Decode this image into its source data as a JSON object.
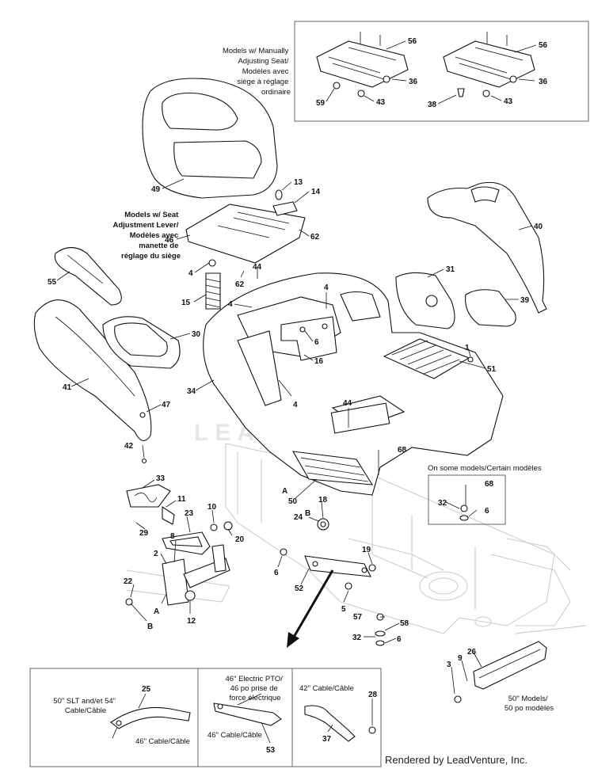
{
  "notes": {
    "manual_seat": [
      "Models w/ Manually",
      "Adjusting Seat/",
      "Modèles avec",
      "siège à réglage",
      "ordinaire"
    ],
    "seat_lever": [
      "Models w/ Seat",
      "Adjustment Lever/",
      "Modèles avec",
      "manette de",
      "réglage du siège"
    ],
    "some_models": "On some models/Certain modèles",
    "models_50": [
      "50\" Models/",
      "50 po modèles"
    ],
    "cable_slt": [
      "50\" SLT and/et 54\"",
      "Cable/Câble"
    ],
    "cable_46_a": "46\" Cable/Câble",
    "electric_pto": [
      "46\" Electric PTO/",
      "46 po prise de",
      "force électrique"
    ],
    "cable_46_b": "46\" Cable/Câble",
    "cable_42": "42\" Cable/Câble"
  },
  "callouts": {
    "c56a": "56",
    "c36a": "36",
    "c43a": "43",
    "c59": "59",
    "c56b": "56",
    "c36b": "36",
    "c43b": "43",
    "c38": "38",
    "c49": "49",
    "c13": "13",
    "c14": "14",
    "c46": "46",
    "c62a": "62",
    "c62b": "62",
    "c4a": "4",
    "c44a": "44",
    "c15": "15",
    "c55": "55",
    "c4b": "4",
    "c4c": "4",
    "c40": "40",
    "c31": "31",
    "c39": "39",
    "c30": "30",
    "c6a": "6",
    "c16": "16",
    "c1": "1",
    "c51": "51",
    "c41": "41",
    "c34": "34",
    "c4d": "4",
    "c47": "47",
    "c44b": "44",
    "c42": "42",
    "c68a": "68",
    "c33": "33",
    "c50": "50",
    "cA1": "A",
    "c11": "11",
    "c18": "18",
    "c24": "24",
    "cB1": "B",
    "c68b": "68",
    "c32a": "32",
    "c6b": "6",
    "c10": "10",
    "c29": "29",
    "c23": "23",
    "c20": "20",
    "c8": "8",
    "c2": "2",
    "c6c": "6",
    "c19": "19",
    "c52": "52",
    "c22": "22",
    "cA2": "A",
    "c12": "12",
    "c5": "5",
    "cB2": "B",
    "c57": "57",
    "c58": "58",
    "c32b": "32",
    "c6d": "6",
    "c26": "26",
    "c3": "3",
    "c9": "9",
    "c25": "25",
    "c53": "53",
    "c28": "28",
    "c37": "37"
  },
  "watermark": "LEADVENTURE",
  "footer": "Rendered by LeadVenture, Inc."
}
